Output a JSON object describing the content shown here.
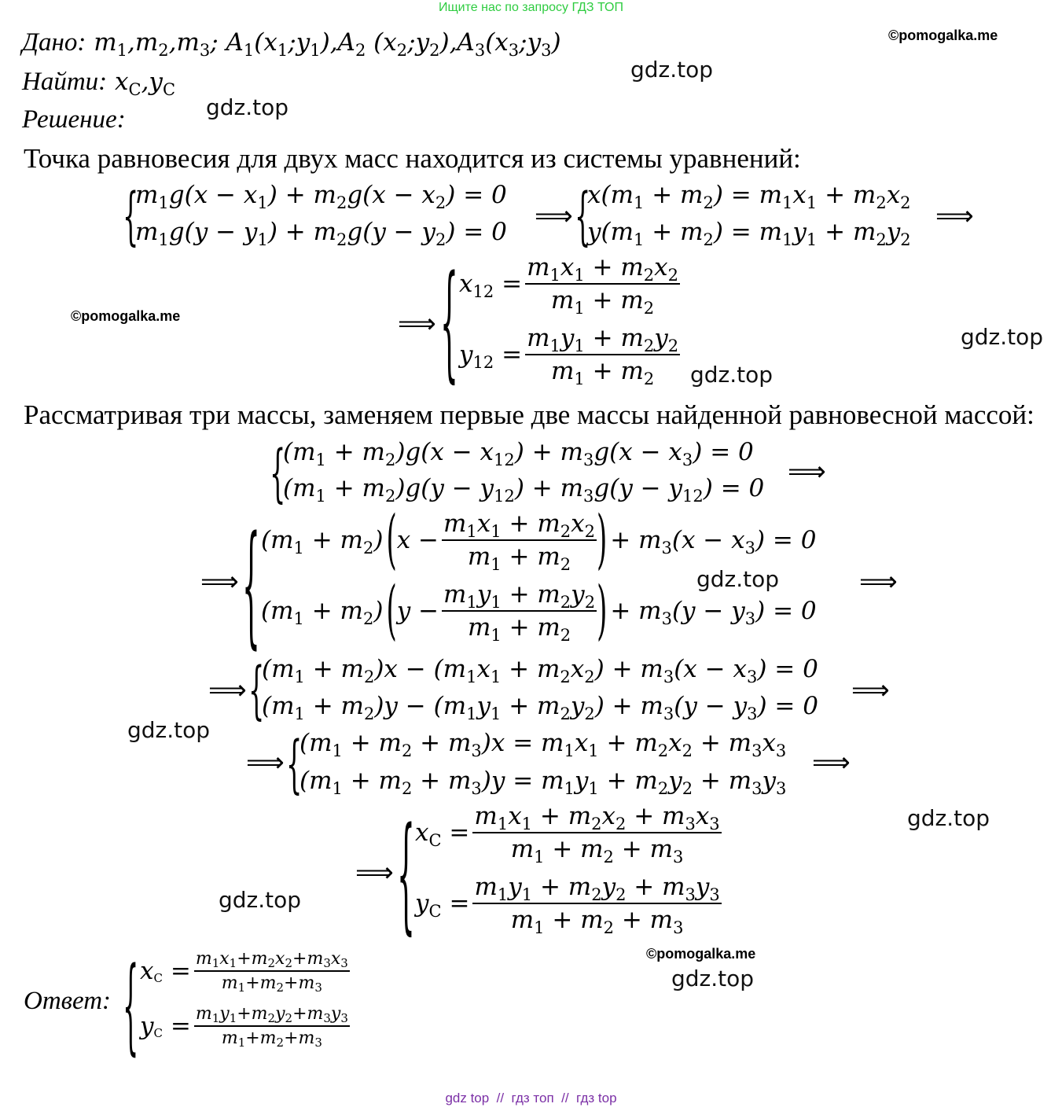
{
  "header": {
    "promo": "Ищите нас по запросу ГДЗ ТОП",
    "promo_color": "#2ecc40"
  },
  "given": {
    "label": "Дано:",
    "value": " m_1,m_2,m_3; A_1(x_1;y_1),A_2 (x_2;y_2),A_3(x_3;y_3)"
  },
  "find": {
    "label": "Найти:",
    "value": " x_C,y_C"
  },
  "solution": {
    "label": "Решение:"
  },
  "text1": "Точка равновесия для двух масс находится из системы уравнений:",
  "sys1": {
    "l1": "m_1g(x − x_1) + m_2g(x − x_2) = 0",
    "l2": "m_1g(y − y_1) + m_2g(y − y_2) = 0"
  },
  "sys2": {
    "l1": "x(m_1 + m_2) = m_1x_1 + m_2x_2",
    "l2": "y(m_1 + m_2) = m_1y_1 + m_2y_2"
  },
  "arrow": "⟹",
  "sys3": {
    "x_lhs": "x_{12} =",
    "x_num": "m_1x_1 + m_2x_2",
    "x_den": "m_1 + m_2",
    "y_lhs": "y_{12} =",
    "y_num": "m_1y_1 + m_2y_2",
    "y_den": "m_1 + m_2"
  },
  "text2": "Рассматривая три массы, заменяем первые две массы найденной равновесной массой:",
  "sys4": {
    "l1": "(m_1 + m_2)g(x − x_{12}) + m_3g(x − x_3) = 0",
    "l2": "(m_1 + m_2)g(y − y_{12}) + m_3g(y − y_{12}) = 0"
  },
  "sys5": {
    "pre": "(m_1 + m_2)",
    "x_var": "x −",
    "x_num": "m_1x_1 + m_2x_2",
    "x_den": "m_1 + m_2",
    "x_post": "+ m_3(x − x_3) = 0",
    "y_var": "y −",
    "y_num": "m_1y_1 + m_2y_2",
    "y_den": "m_1 + m_2",
    "y_post": "+ m_3(y − y_3) = 0"
  },
  "sys6": {
    "l1": "(m_1 + m_2)x − (m_1x_1 + m_2x_2) + m_3(x − x_3) = 0",
    "l2": "(m_1 + m_2)y − (m_1y_1 + m_2y_2) + m_3(y − y_3) = 0"
  },
  "sys7": {
    "l1": "(m_1 + m_2 + m_3)x = m_1x_1 + m_2x_2 + m_3x_3",
    "l2": "(m_1 + m_2 + m_3)y = m_1y_1 + m_2y_2 + m_3y_3"
  },
  "sys8": {
    "x_lhs": "x_C =",
    "x_num": "m_1x_1 + m_2x_2 + m_3x_3",
    "x_den": "m_1 + m_2 + m_3",
    "y_lhs": "y_C =",
    "y_num": "m_1y_1 + m_2y_2 + m_3y_3",
    "y_den": "m_1 + m_2 + m_3"
  },
  "answer": {
    "label": "Ответ:",
    "x_lhs": "x_C =",
    "x_num": "m_1x_1+m_2x_2+m_3x_3",
    "x_den": "m_1+m_2+m_3",
    "y_lhs": "y_C =",
    "y_num": "m_1y_1+m_2y_2+m_3y_3",
    "y_den": "m_1+m_2+m_3"
  },
  "watermarks": {
    "copyright": "©pomogalka.me",
    "gdz": "gdz.top"
  },
  "footer": {
    "text": "gdz top  //  гдз топ  //  гдз top",
    "color": "#7b2fa6"
  }
}
